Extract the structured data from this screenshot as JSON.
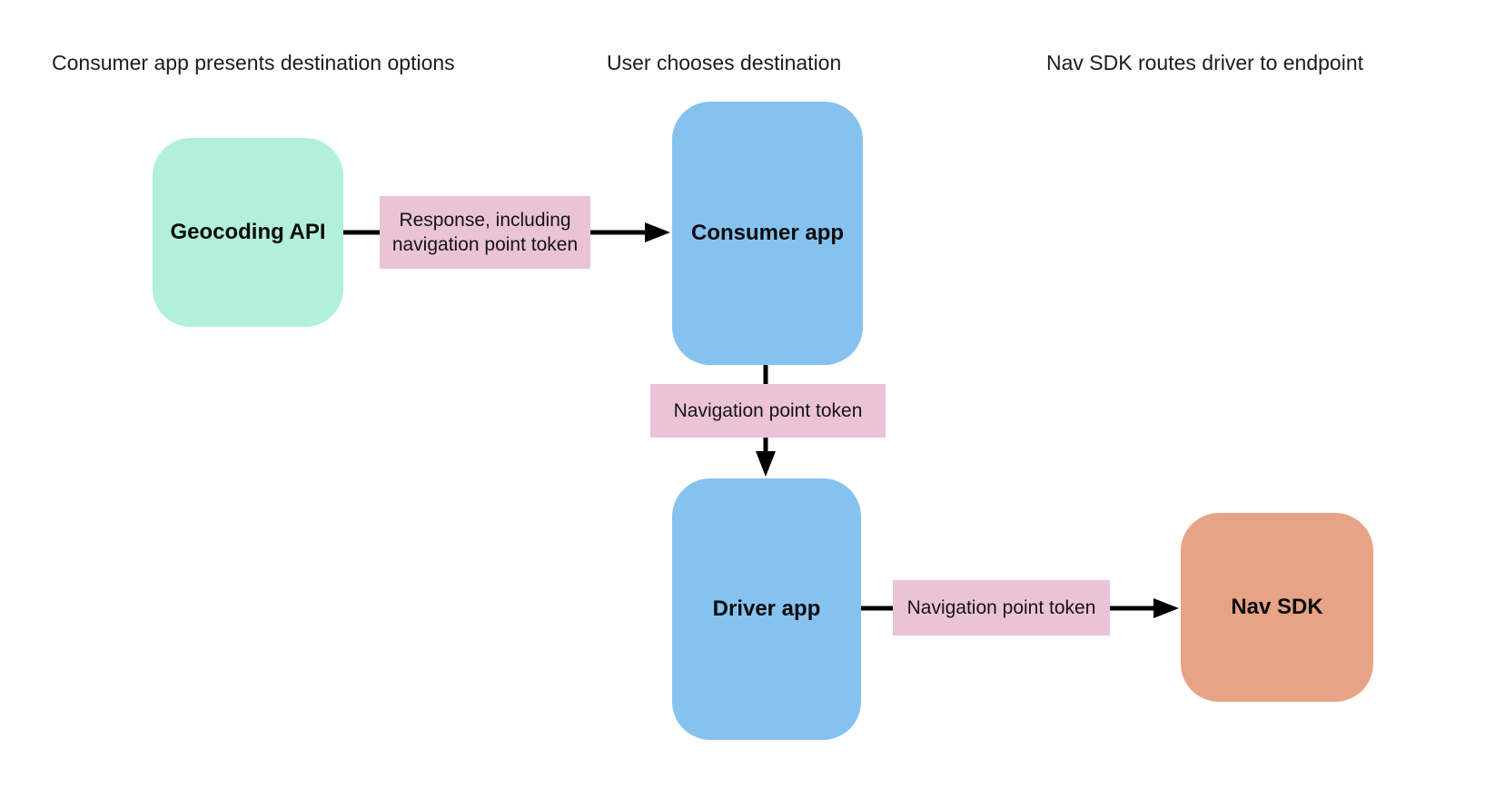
{
  "diagram": {
    "headers": [
      {
        "text": "Consumer app presents destination options"
      },
      {
        "text": "User chooses destination"
      },
      {
        "text": "Nav SDK routes driver to endpoint"
      }
    ],
    "nodes": [
      {
        "id": "geocoding-api",
        "label": "Geocoding API",
        "color": "#b1f0da"
      },
      {
        "id": "consumer-app",
        "label": "Consumer app",
        "color": "#85c2f0"
      },
      {
        "id": "driver-app",
        "label": "Driver app",
        "color": "#85c2f0"
      },
      {
        "id": "nav-sdk",
        "label": "Nav SDK",
        "color": "#e7a386"
      }
    ],
    "edges": [
      {
        "from": "geocoding-api",
        "to": "consumer-app",
        "label": "Response, including navigation point token"
      },
      {
        "from": "consumer-app",
        "to": "driver-app",
        "label": "Navigation point token"
      },
      {
        "from": "driver-app",
        "to": "nav-sdk",
        "label": "Navigation point token"
      }
    ],
    "colors": {
      "node_green": "#b1f0da",
      "node_blue": "#85c2f0",
      "node_orange": "#e7a386",
      "edge_label_bg": "#eac3d9",
      "arrow": "#000000",
      "text": "#1c1c1e"
    }
  }
}
